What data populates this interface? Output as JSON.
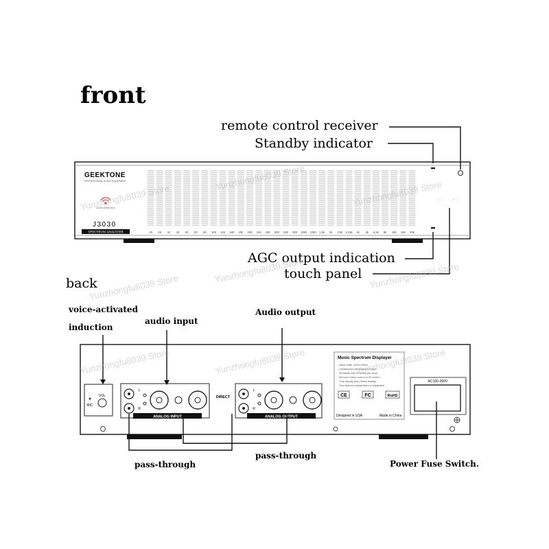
{
  "front": {
    "heading": "front",
    "brand": "GEEKTONE",
    "brand_sub": "PROFESSIONAL AUDIO EQUIPMENT",
    "model": "J3030",
    "model_sub": "SPECTRUM ANALYZER",
    "logo_caption": "MUSIC SPECTRUM",
    "freq_labels": [
      "20",
      "25",
      "32",
      "40",
      "50",
      "63",
      "80",
      "100",
      "125",
      "160",
      "200",
      "250",
      "315",
      "400",
      "500",
      "630",
      "800",
      "1000",
      "1250",
      "1.6k",
      "2k",
      "2.5k",
      "3.15k",
      "4k",
      "5k",
      "6.3k",
      "8k",
      "10k",
      "16k",
      "20k"
    ],
    "callouts": {
      "remote": "remote control receiver",
      "standby": "Standby indicator",
      "agc": "AGC output indication",
      "touch": "touch panel"
    }
  },
  "back": {
    "heading": "back",
    "callouts": {
      "voice_line1": "voice-activated",
      "voice_line2": "induction",
      "audio_input": "audio input",
      "audio_output": "Audio output",
      "pass_left": "pass-through",
      "pass_right": "pass-through",
      "fuse": "Power Fuse Switch."
    },
    "panel": {
      "vol": "VOL",
      "mic": "MIC",
      "direct": "DIRECT",
      "analog_input": "ANALOG INPUT",
      "analog_output": "ANALOG OUTPUT",
      "jack_l": "L",
      "jack_r": "R"
    },
    "spec_label": {
      "title": "Music Spectrum Displayer",
      "lines": [
        "- Band width: 20Hz-20kHz",
        "- Unbalanced and Balanced input",
        "- 30 bands with 30 levels per band",
        "- All touch menu control or IR control",
        "- True display and refresh display",
        "- Two channel independent or integrated"
      ],
      "ce": "CE",
      "fc": "FC",
      "rohs": "RoHS",
      "designed": "Designed in USA",
      "made": "Made in China"
    },
    "ac_label": "AC100-260V"
  },
  "watermark": "Yunzhongfu8039 Store"
}
